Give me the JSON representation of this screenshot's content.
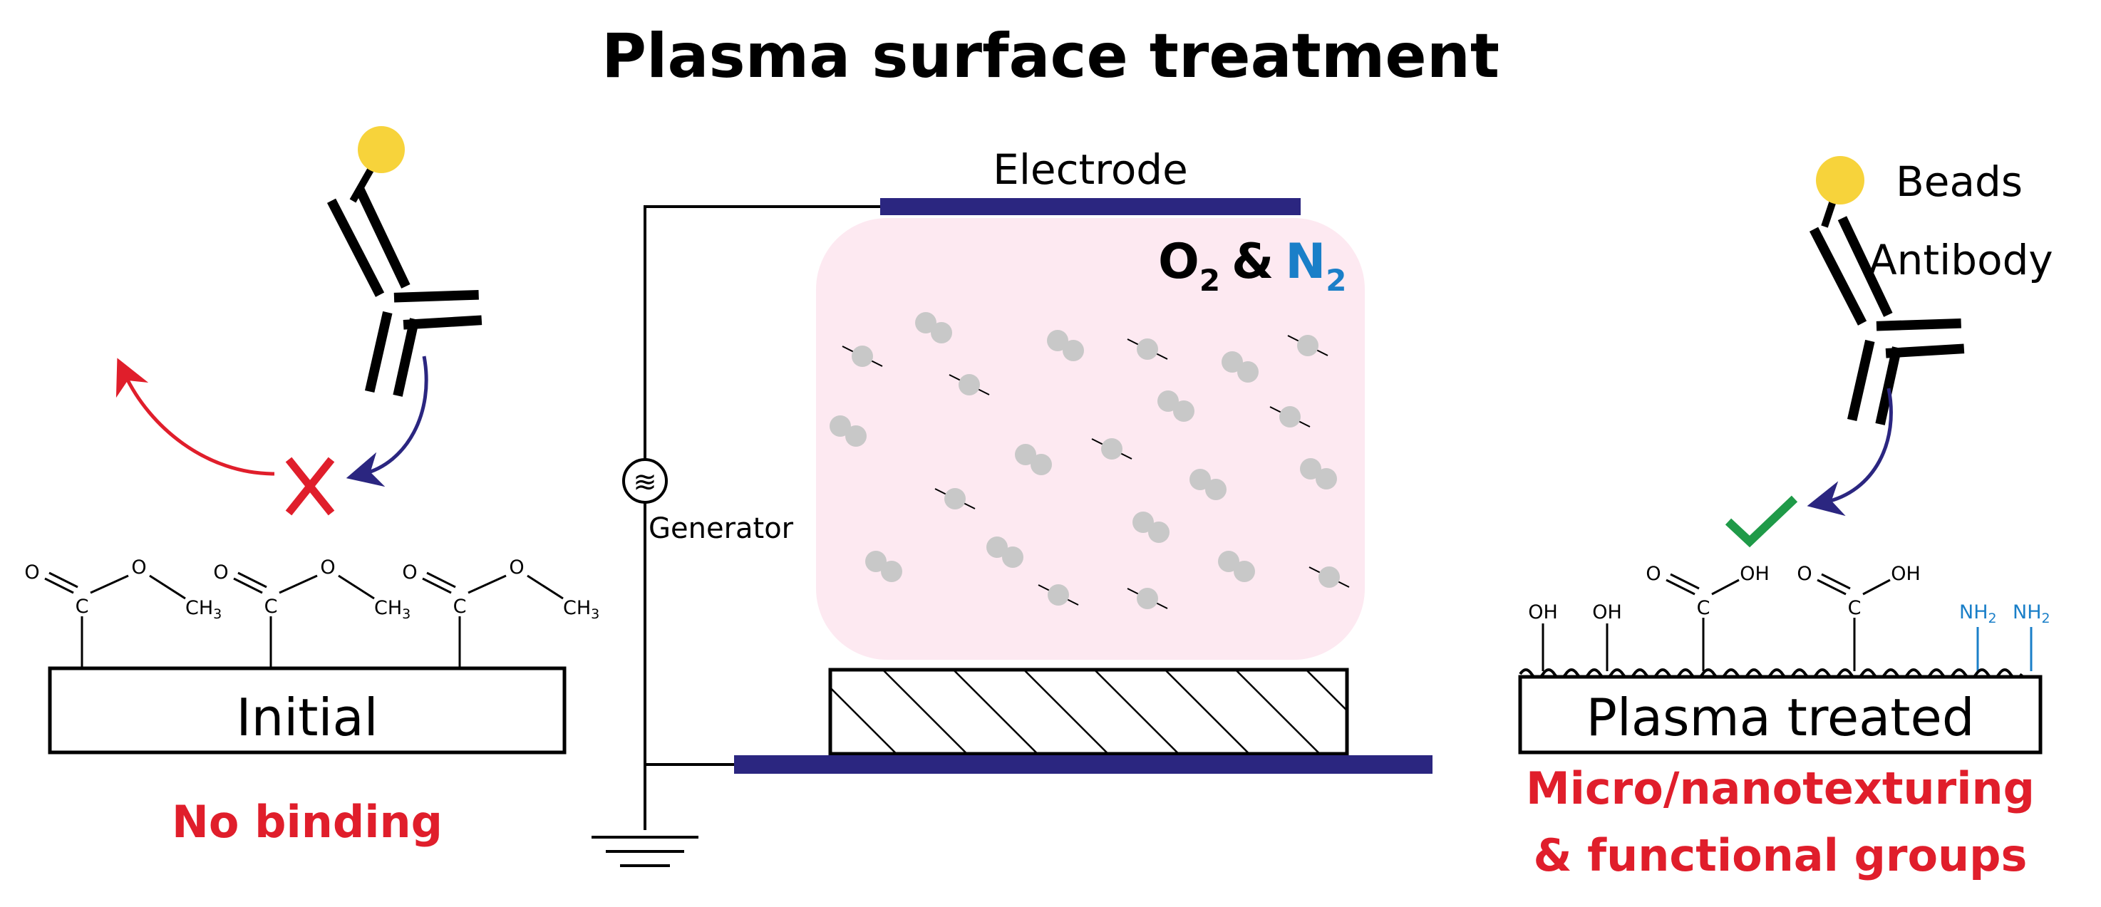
{
  "title": "Plasma surface treatment",
  "electrode_label": "Electrode",
  "generator_label": "Generator",
  "gas": {
    "o_symbol": "O",
    "o_sub": "2",
    "amp": "&",
    "n_symbol": "N",
    "n_sub": "2"
  },
  "left": {
    "box_label": "Initial",
    "caption": "No binding",
    "chem": {
      "o": "O",
      "c": "C",
      "ch3": "CH",
      "ch3_sub": "3"
    }
  },
  "right": {
    "beads_label": "Beads",
    "antibody_label": "Antibody",
    "box_label": "Plasma treated",
    "caption_line1": "Micro/nanotexturing",
    "caption_line2": "& functional groups",
    "chem": {
      "oh": "OH",
      "o": "O",
      "c": "C",
      "nh": "NH",
      "nh_sub": "2"
    }
  },
  "colors": {
    "electrode": "#2b2680",
    "chamber": "#fde9f1",
    "bead": "#f7d33b",
    "red": "#e01e2b",
    "arrow_blue": "#2b2680",
    "check": "#1f9a48",
    "amine": "#1a7fc8",
    "particle": "#c8c8c8"
  }
}
